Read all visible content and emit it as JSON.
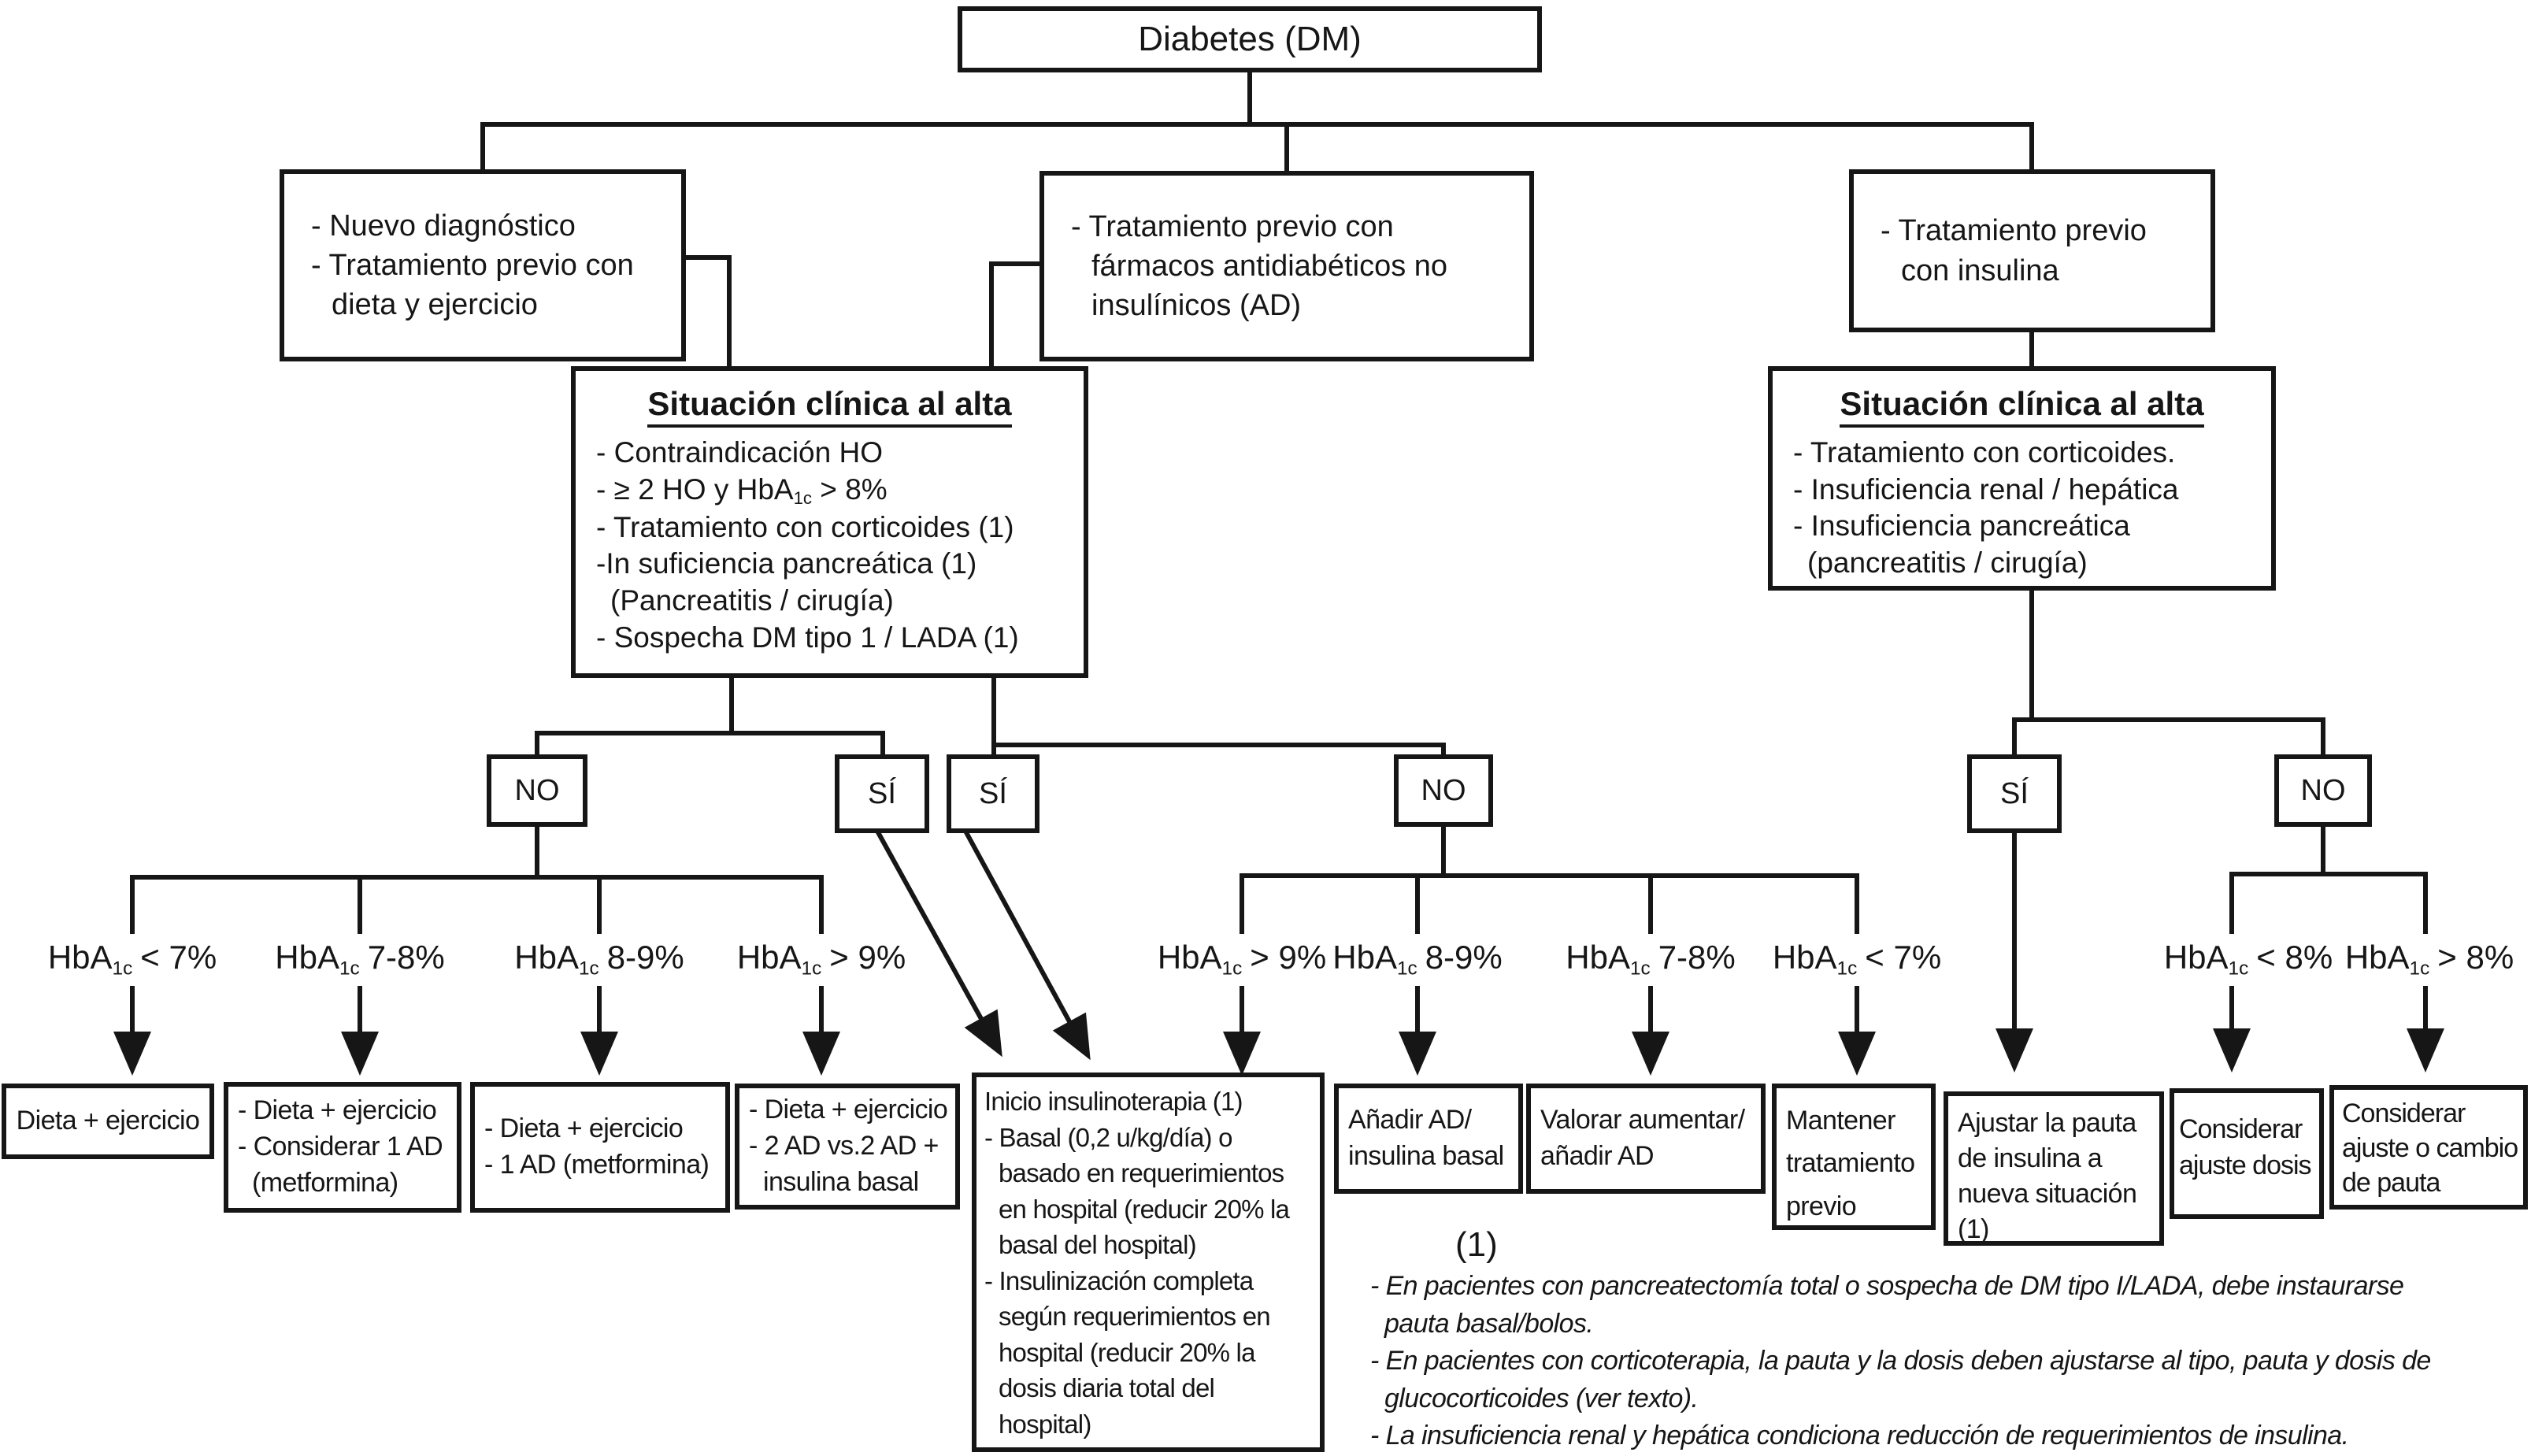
{
  "colors": {
    "line": "#161616",
    "background": "#ffffff"
  },
  "root": {
    "label": "Diabetes (DM)"
  },
  "entry": {
    "new_diagnosis": {
      "line1": "- Nuevo diagnóstico",
      "line2": "- Tratamiento previo con",
      "line3": "dieta y ejercicio"
    },
    "oral_agents": {
      "line1": "- Tratamiento previo con",
      "line2": "fármacos antidiabéticos no",
      "line3": "insulínicos (AD)"
    },
    "prior_insulin": {
      "line1": "- Tratamiento previo",
      "line2": "con insulina"
    }
  },
  "situation_left": {
    "title": "Situación clínica al alta",
    "item1": "- Contraindicación HO",
    "item2_pre": "- ≥ 2 HO y HbA",
    "item2_sub": "1c",
    "item2_post": " > 8%",
    "item3": "- Tratamiento con corticoides (1)",
    "item4": "-In suficiencia pancreática (1)",
    "item5": "(Pancreatitis / cirugía)",
    "item6": "- Sospecha DM tipo 1 / LADA (1)"
  },
  "situation_right": {
    "title": "Situación clínica al alta",
    "item1": "- Tratamiento con corticoides.",
    "item2": "- Insuficiencia renal / hepática",
    "item3": "- Insuficiencia pancreática",
    "item4": "(pancreatitis / cirugía)"
  },
  "decisions": {
    "no_left": "NO",
    "si_left": "SÍ",
    "si_mid": "SÍ",
    "no_mid": "NO",
    "si_right": "SÍ",
    "no_right": "NO"
  },
  "hba1c": {
    "prefix": "HbA",
    "sub": "1c",
    "left": [
      "< 7%",
      "7-8%",
      "8-9%",
      "> 9%"
    ],
    "middle": [
      "> 9%",
      "8-9%",
      "7-8%",
      "< 7%"
    ],
    "right": [
      "< 8%",
      "> 8%"
    ]
  },
  "actions": {
    "diet": {
      "line1": "Dieta + ejercicio"
    },
    "diet_1ad": {
      "line1": "- Dieta + ejercicio",
      "line2": "- Considerar 1 AD",
      "line3": "(metformina)"
    },
    "diet_metformin": {
      "line1": "- Dieta + ejercicio",
      "line2": "- 1 AD (metformina)"
    },
    "diet_2ad": {
      "line1": "- Dieta + ejercicio",
      "line2": "- 2 AD vs.2 AD +",
      "line3": "insulina basal"
    },
    "inicio": {
      "line1": "Inicio insulinoterapia (1)",
      "line2": "- Basal (0,2 u/kg/día) o",
      "line3": "basado en requerimientos",
      "line4": "en hospital (reducir 20% la",
      "line5": "basal del hospital)",
      "line6": "- Insulinización completa",
      "line7": "según requerimientos en",
      "line8": "hospital (reducir 20% la",
      "line9": "dosis diaria total del",
      "line10": "hospital)"
    },
    "add_ad": {
      "line1": "Añadir AD/",
      "line2": "insulina basal"
    },
    "increase_ad": {
      "line1": "Valorar aumentar/",
      "line2": "añadir AD"
    },
    "keep_treatment": {
      "line1": "Mantener",
      "line2": "tratamiento",
      "line3": "previo"
    },
    "adjust_insulin": {
      "line1": "Ajustar la pauta",
      "line2": "de insulina a",
      "line3": "nueva situación",
      "line4": "(1)"
    },
    "consider_dose": {
      "line1": "Considerar",
      "line2": "ajuste dosis"
    },
    "consider_change": {
      "line1": "Considerar",
      "line2": "ajuste o cambio",
      "line3": "de pauta"
    }
  },
  "footnote": {
    "marker": "(1)",
    "line1": "- En pacientes con pancreatectomía total o sospecha de DM tipo I/LADA, debe instaurarse",
    "line2": "pauta basal/bolos.",
    "line3": "- En pacientes con corticoterapia, la pauta y la dosis deben ajustarse al tipo, pauta y dosis de",
    "line4": "glucocorticoides (ver texto).",
    "line5": "- La insuficiencia renal y hepática condiciona reducción de requerimientos de insulina."
  }
}
